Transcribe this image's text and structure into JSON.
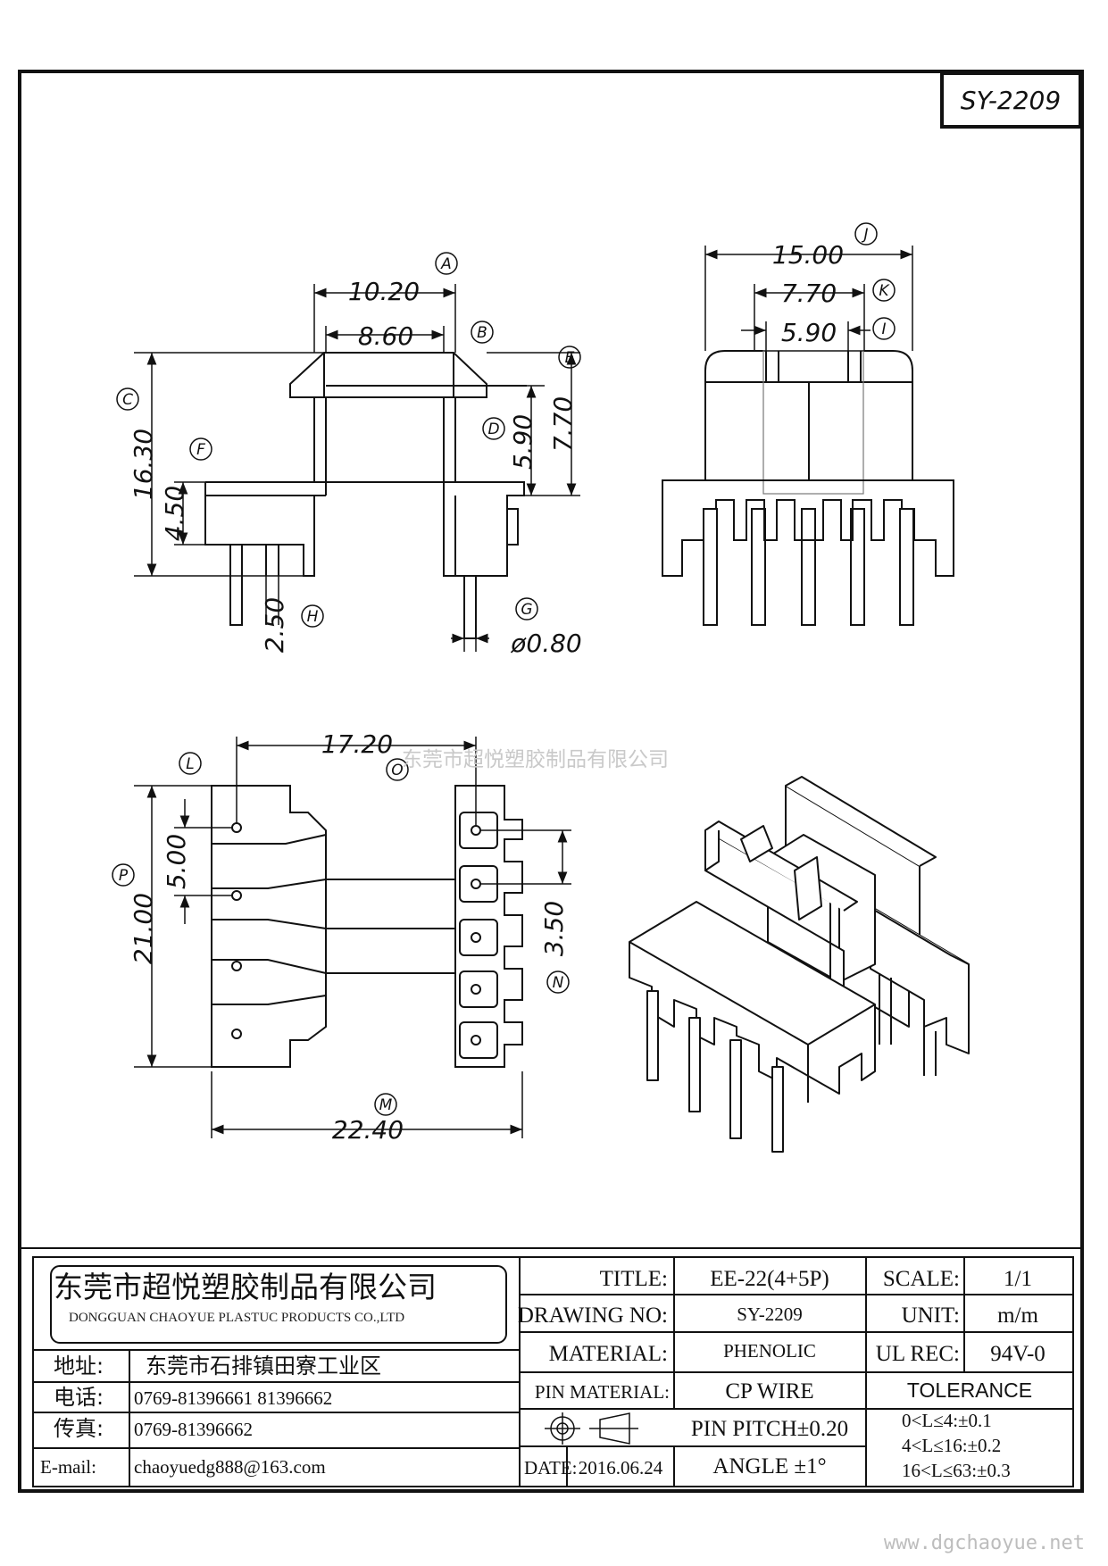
{
  "part_number": "SY-2209",
  "dimensions": {
    "top_left": {
      "d1": "10.20",
      "d2": "8.60",
      "d3": "16.30",
      "d4": "4.50",
      "d5": "5.90",
      "d6": "7.70",
      "d7": "2.50",
      "d8": "ø0.80",
      "labels": {
        "a": "A",
        "b": "B",
        "c": "C",
        "d": "D",
        "e": "E",
        "f": "F",
        "g": "G",
        "h": "H"
      }
    },
    "top_right": {
      "d1": "15.00",
      "d2": "7.70",
      "d3": "5.90",
      "labels": {
        "j": "J",
        "k": "K",
        "i": "I"
      }
    },
    "bottom_left": {
      "d1": "17.20",
      "d2": "5.00",
      "d3": "21.00",
      "d4": "3.50",
      "d5": "22.40",
      "labels": {
        "l": "L",
        "o": "O",
        "p": "P",
        "n": "N",
        "m": "M"
      }
    }
  },
  "watermark": "东莞市超悦塑胶制品有限公司",
  "website": "www.dgchaoyue.net",
  "title_block": {
    "company_cn": "东莞市超悦塑胶制品有限公司",
    "company_en": "DONGGUAN CHAOYUE PLASTUC PRODUCTS CO.,LTD",
    "address_label": "地址:",
    "address_value": "东莞市石排镇田寮工业区",
    "phone_label": "电话:",
    "phone_value": "0769-81396661  81396662",
    "fax_label": "传真:",
    "fax_value": "0769-81396662",
    "email_label": "E-mail:",
    "email_value": "chaoyuedg888@163.com",
    "title_label": "TITLE:",
    "title_value": "EE-22(4+5P)",
    "drawing_no_label": "DRAWING NO:",
    "drawing_no_value": "SY-2209",
    "material_label": "MATERIAL:",
    "material_value": "PHENOLIC",
    "pin_material_label": "PIN MATERIAL:",
    "pin_material_value": "CP WIRE",
    "pin_pitch": "PIN PITCH±0.20",
    "date_label": "DATE:",
    "date_value": "2016.06.24",
    "angle": "ANGLE  ±1°",
    "scale_label": "SCALE:",
    "scale_value": "1/1",
    "unit_label": "UNIT:",
    "unit_value": "m/m",
    "ul_label": "UL REC:",
    "ul_value": "94V-0",
    "tolerance_label": "TOLERANCE",
    "tolerance_1": "0<L≤4:±0.1",
    "tolerance_2": "4<L≤16:±0.2",
    "tolerance_3": "16<L≤63:±0.3"
  }
}
